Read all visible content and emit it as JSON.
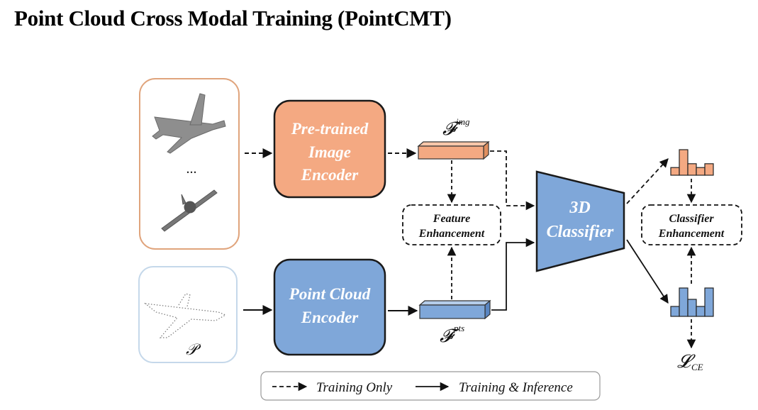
{
  "title": "Point Cloud Cross Modal Training (PointCMT)",
  "image_input": {
    "ellipsis": "..."
  },
  "pointcloud_input": {
    "symbol": "𝒫"
  },
  "image_encoder": {
    "line1": "Pre-trained",
    "line2": "Image",
    "line3": "Encoder"
  },
  "pc_encoder": {
    "line1": "Point Cloud",
    "line2": "Encoder"
  },
  "feat_img": {
    "symbol": "𝓕",
    "superscript": "img"
  },
  "feat_pts": {
    "symbol": "𝓕",
    "superscript": "pts"
  },
  "feature_enhancement": {
    "line1": "Feature",
    "line2": "Enhancement"
  },
  "classifier": {
    "line1": "3D",
    "line2": "Classifier"
  },
  "classifier_enhancement": {
    "line1": "Classifier",
    "line2": "Enhancement"
  },
  "loss": {
    "symbol": "𝓛",
    "subscript": "CE"
  },
  "legend": {
    "dashed_label": "Training Only",
    "solid_label": "Training & Inference"
  },
  "colors": {
    "orange_fill": "#f4a982",
    "orange_stroke": "#1a1a1a",
    "orange_frame": "#e0a47c",
    "blue_fill": "#7fa7d9",
    "blue_frame": "#c5d8ea",
    "ink": "#111111"
  },
  "histograms": {
    "orange": [
      0.3,
      1.0,
      0.45,
      0.3,
      0.45
    ],
    "blue": [
      0.35,
      1.0,
      0.6,
      0.35,
      1.0
    ]
  }
}
